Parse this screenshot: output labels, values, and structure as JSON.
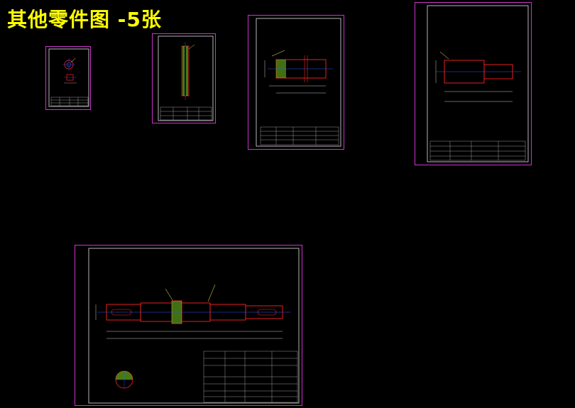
{
  "header": {
    "title": "其他零件图 -5张"
  },
  "colors": {
    "background": "#000000",
    "title": "#ffff00",
    "sheet_border": "#cc33cc",
    "frame": "#ffffff",
    "part_outline": "#ff2222",
    "centerline": "#3355ff",
    "hatch": "#77cc22",
    "leader": "#ffff66"
  },
  "drawings": [
    {
      "name": "sheet-1",
      "label": ""
    },
    {
      "name": "sheet-2",
      "label": ""
    },
    {
      "name": "sheet-3",
      "label": ""
    },
    {
      "name": "sheet-4",
      "label": ""
    },
    {
      "name": "sheet-5",
      "label": ""
    }
  ]
}
